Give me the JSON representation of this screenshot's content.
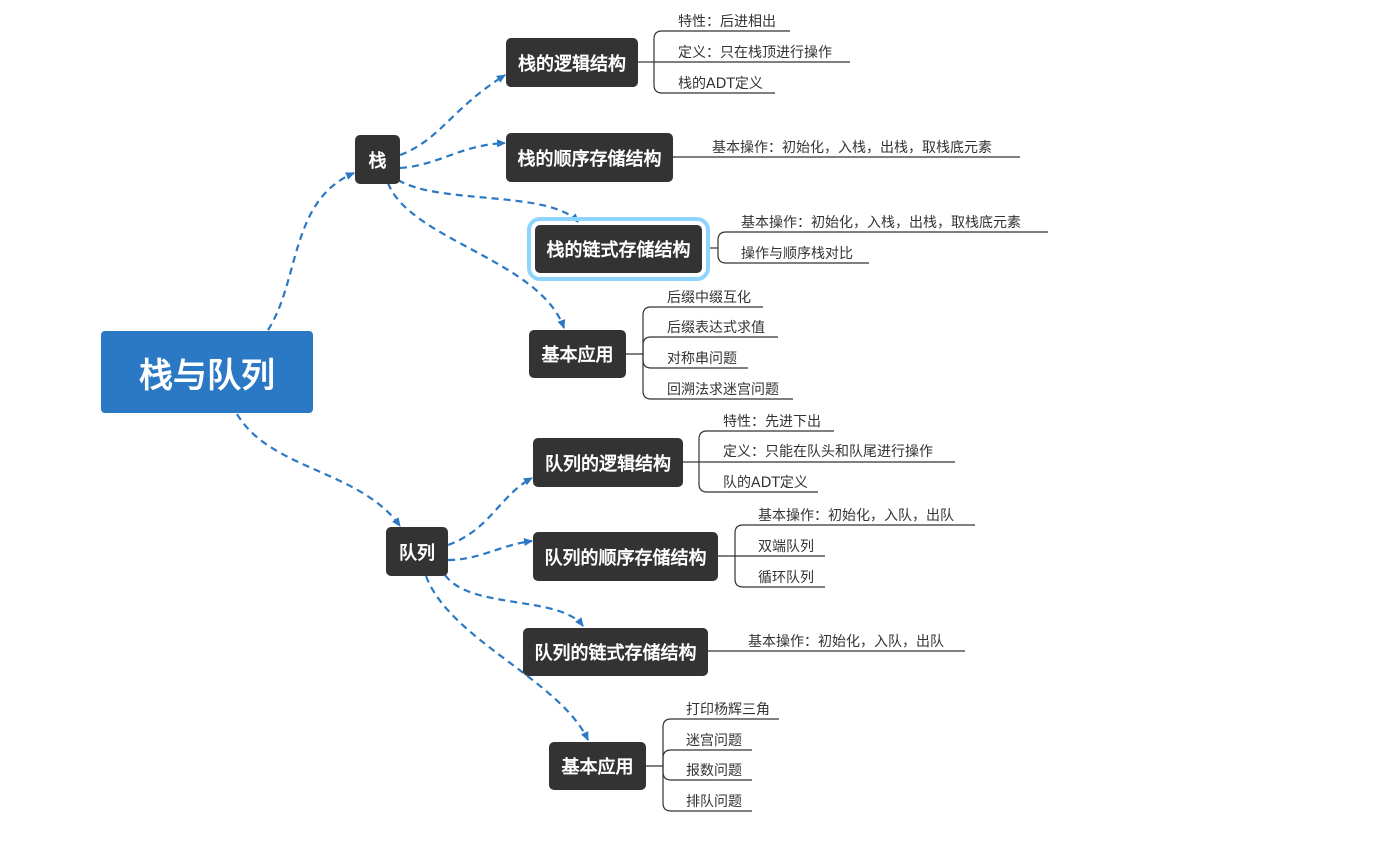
{
  "root": {
    "label": "栈与队列"
  },
  "branches": [
    {
      "label": "栈",
      "children": [
        {
          "label": "栈的逻辑结构",
          "leaves": [
            "特性：后进相出",
            "定义：只在栈顶进行操作",
            "栈的ADT定义"
          ]
        },
        {
          "label": "栈的顺序存储结构",
          "leaves": [
            "基本操作：初始化，入栈，出栈，取栈底元素"
          ]
        },
        {
          "label": "栈的链式存储结构",
          "selected": true,
          "leaves": [
            "基本操作：初始化，入栈，出栈，取栈底元素",
            "操作与顺序栈对比"
          ]
        },
        {
          "label": "基本应用",
          "leaves": [
            "后缀中缀互化",
            "后缀表达式求值",
            "对称串问题",
            "回溯法求迷宫问题"
          ]
        }
      ]
    },
    {
      "label": "队列",
      "children": [
        {
          "label": "队列的逻辑结构",
          "leaves": [
            "特性：先进下出",
            "定义：只能在队头和队尾进行操作",
            "队的ADT定义"
          ]
        },
        {
          "label": "队列的顺序存储结构",
          "leaves": [
            "基本操作：初始化，入队，出队",
            "双端队列",
            "循环队列"
          ]
        },
        {
          "label": "队列的链式存储结构",
          "leaves": [
            "基本操作：初始化，入队，出队"
          ]
        },
        {
          "label": "基本应用",
          "leaves": [
            "打印杨辉三角",
            "迷宫问题",
            "报数问题",
            "排队问题"
          ]
        }
      ]
    }
  ],
  "colors": {
    "root_fill": "#2b78c5",
    "topic_fill": "#333333",
    "connector": "#2b78c5",
    "leaf_line": "#333333",
    "selection_outline": "#8fd3ff"
  }
}
